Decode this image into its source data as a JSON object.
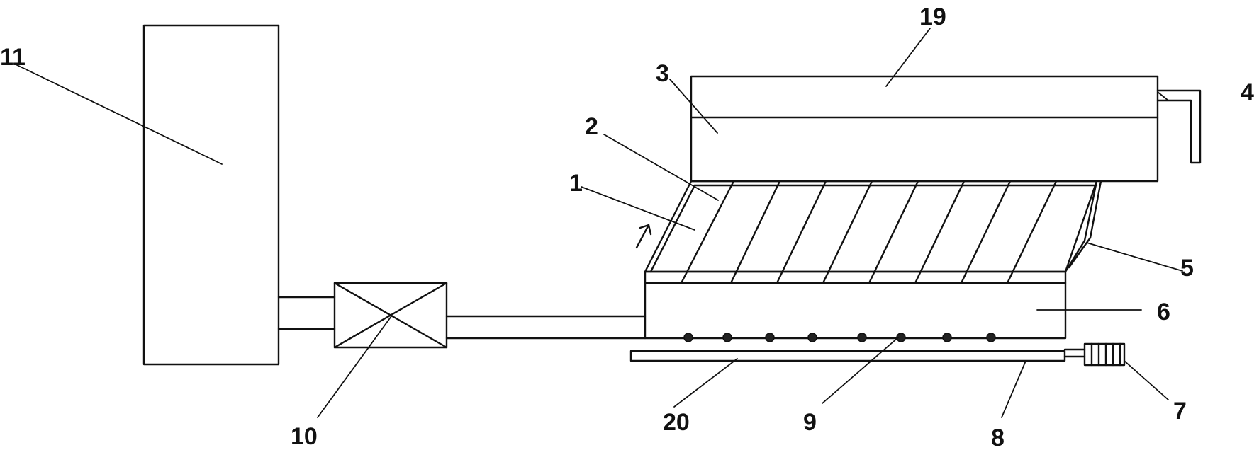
{
  "labels": {
    "l1": "1",
    "l2": "2",
    "l3": "3",
    "l4": "4",
    "l5": "5",
    "l6": "6",
    "l7": "7",
    "l8": "8",
    "l9": "9",
    "l10": "10",
    "l11": "11",
    "l19": "19",
    "l20": "20"
  }
}
